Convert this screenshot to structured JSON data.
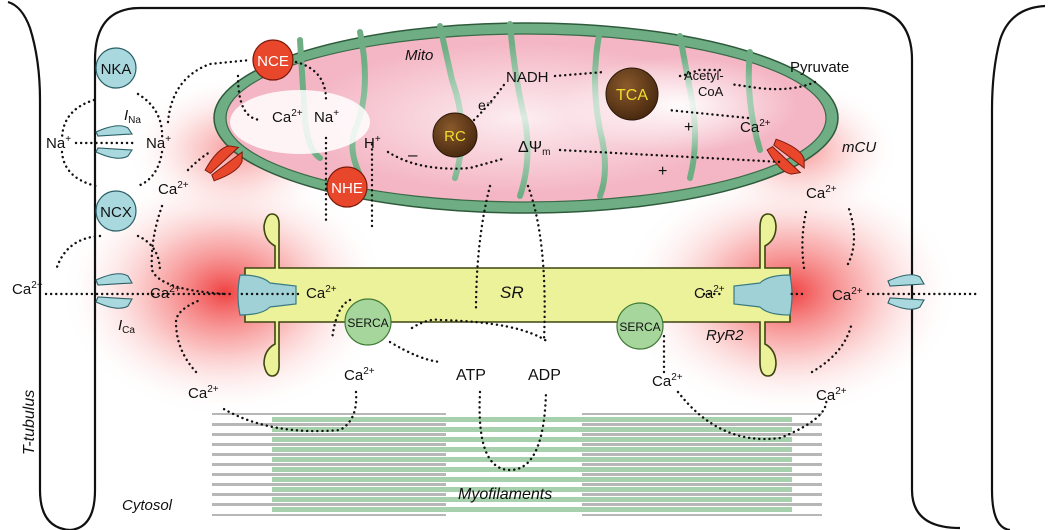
{
  "labels": {
    "t_tubulus": "T-tubulus",
    "cytosol": "Cytosol",
    "mito": "Mito",
    "sr": "SR",
    "myofilaments": "Myofilaments",
    "nka": "NKA",
    "ncx": "NCX",
    "nce": "NCE",
    "nhe": "NHE",
    "rc": "RC",
    "tca": "TCA",
    "serca": "SERCA",
    "mcu": "mCU",
    "ryr2": "RyR2",
    "na": "Na",
    "ca": "Ca",
    "ca2": "Ca",
    "h": "H",
    "plus": "+",
    "two_plus": "2+",
    "minus": "–",
    "nadh": "NADH",
    "e_minus": "e⁻",
    "psi": "ΔΨ",
    "psi_sub": "m",
    "pyruvate": "Pyruvate",
    "acetyl": "Acetyl-",
    "coa": "CoA",
    "atp": "ATP",
    "adp": "ADP",
    "i": "I"
  },
  "colors": {
    "pump_blue": "#a9d9df",
    "exchanger_red": "#e8472b",
    "enzyme_brown": "#5a3314",
    "enzyme_text": "#f2dd2c",
    "serca_green": "#a6d69c",
    "sr_yellow": "#ecf29a",
    "mito_green": "#6fae84",
    "mito_pink": "#f4b6c4",
    "calcium_glow": "#ee2d2d",
    "myofilament_green": "#a7d1ad",
    "myofilament_gray": "#b7b7b7"
  }
}
